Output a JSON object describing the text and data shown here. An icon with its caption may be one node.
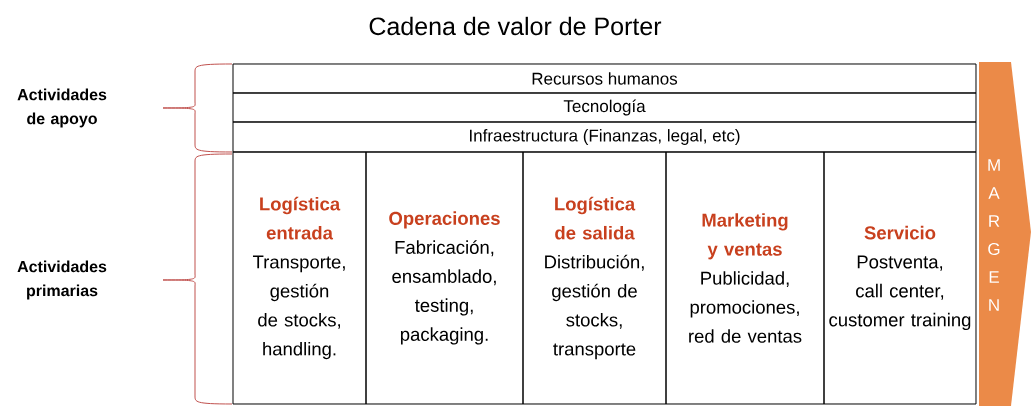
{
  "diagram": {
    "title": "Cadena de valor de Porter",
    "nodes": [
      {
        "text": [
          "Recursos humanos"
        ]
      },
      {
        "text": [
          "Tecnología"
        ]
      },
      {
        "text": [
          "Infraestructura (Finanzas, legal, etc)"
        ]
      },
      {
        "text": [
          "Logística entrada",
          "Transporte, gestión de stocks, handling."
        ]
      },
      {
        "text": [
          "Operaciones",
          "Fabricación, ensamblado, testing, packaging."
        ]
      },
      {
        "text": [
          "Logística de salida",
          "Distribución, gestión de stocks, transporte"
        ]
      },
      {
        "text": [
          "Marketing y ventas",
          "Publicidad, promociones, red de ventas"
        ]
      },
      {
        "text": [
          "Servicio",
          "Postventa, call center, customer training"
        ]
      },
      {
        "text": [
          "MARGEN"
        ]
      }
    ],
    "labels": [
      "Actividades de apoyo",
      "Actividades primarias"
    ]
  }
}
